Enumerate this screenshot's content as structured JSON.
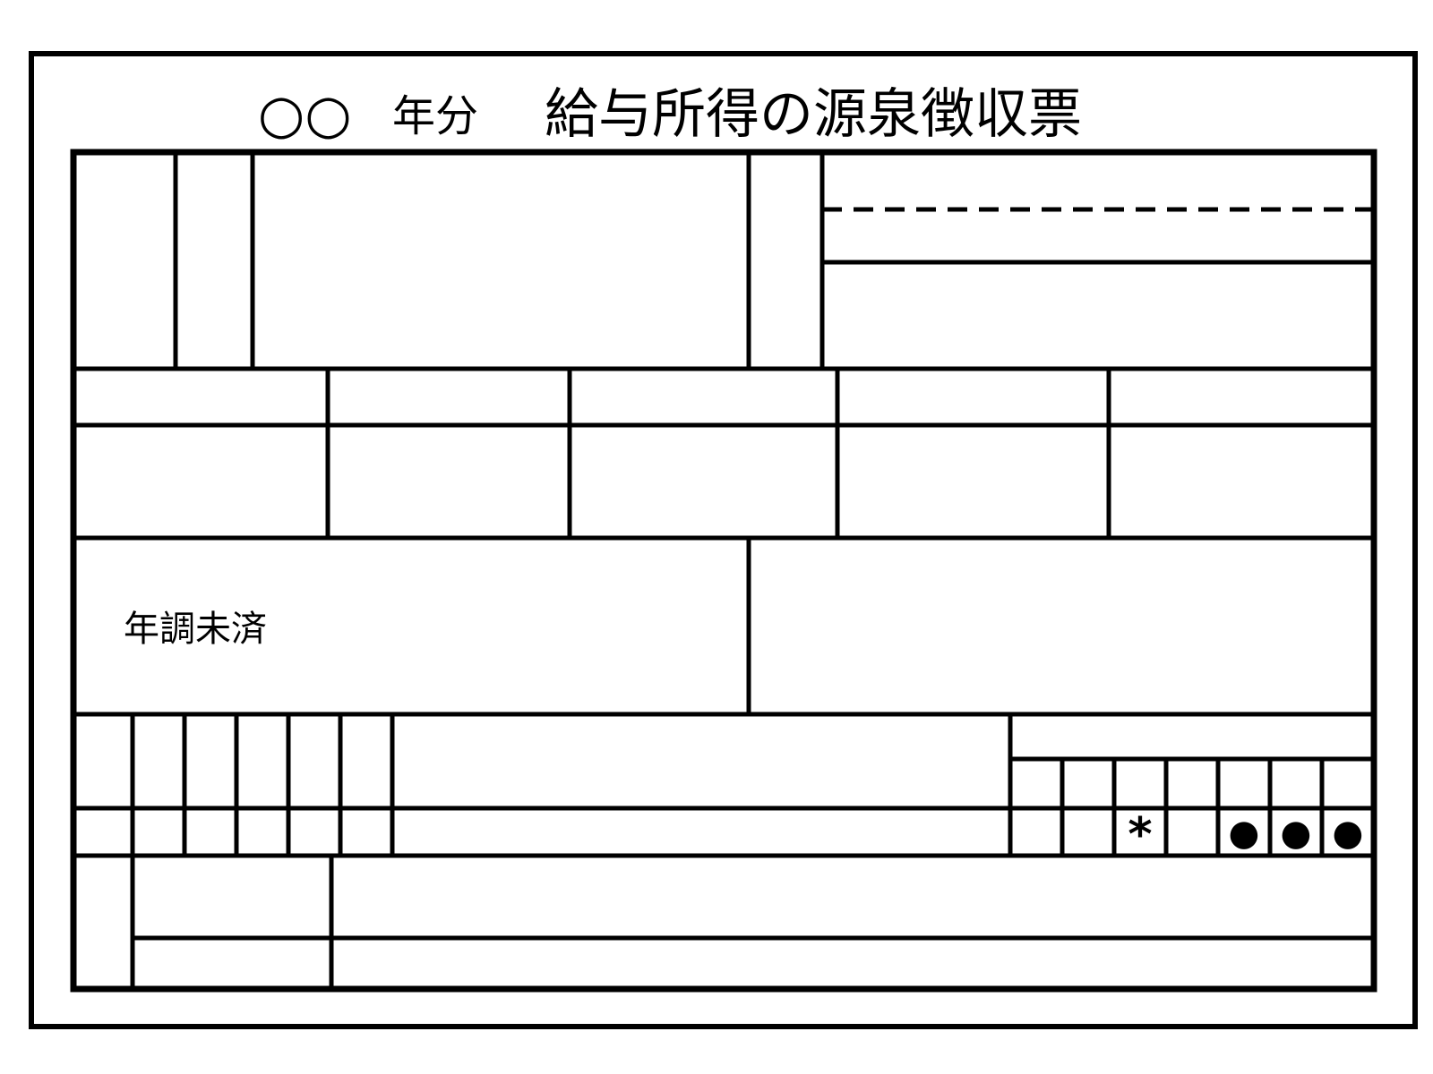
{
  "header": {
    "year_marks": "○○",
    "year_suffix": "年分",
    "title": "給与所得の源泉徴収票"
  },
  "form": {
    "nencho_label": "年調未済",
    "asterisk_mark": "*",
    "dot_marks": [
      "●",
      "●",
      "●"
    ]
  },
  "colors": {
    "line": "#000000",
    "background": "#ffffff"
  }
}
